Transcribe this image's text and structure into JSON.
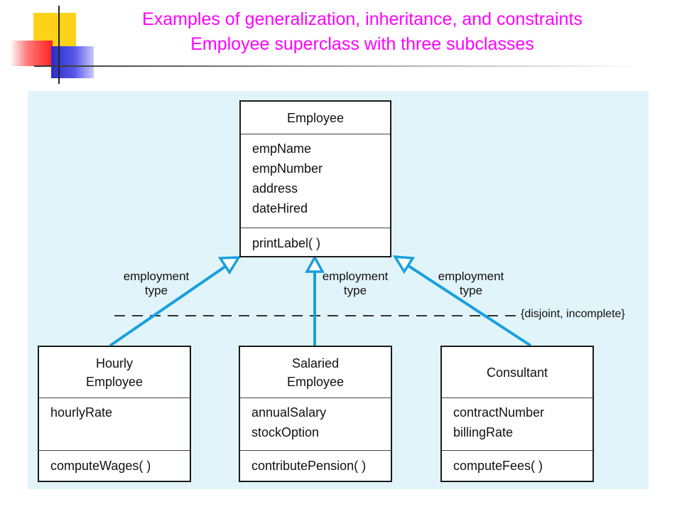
{
  "slide": {
    "title_line1": "Examples of generalization, inheritance, and constraints",
    "title_line2": "Employee superclass with three subclasses",
    "colors": {
      "title": "#ff00ff",
      "diagram_bg": "#e1f4fa",
      "arrow": "#1aa0dc"
    }
  },
  "diagram": {
    "superclass": {
      "name": "Employee",
      "attributes": [
        "empName",
        "empNumber",
        "address",
        "dateHired"
      ],
      "operations": [
        "printLabel( )"
      ]
    },
    "subclasses": [
      {
        "name_lines": [
          "Hourly",
          "Employee"
        ],
        "attributes": [
          "hourlyRate"
        ],
        "operations": [
          "computeWages( )"
        ]
      },
      {
        "name_lines": [
          "Salaried",
          "Employee"
        ],
        "attributes": [
          "annualSalary",
          "stockOption"
        ],
        "operations": [
          "contributePension( )"
        ]
      },
      {
        "name_lines": [
          "Consultant"
        ],
        "attributes": [
          "contractNumber",
          "billingRate"
        ],
        "operations": [
          "computeFees( )"
        ]
      }
    ],
    "discriminator_labels": [
      [
        "employment",
        "type"
      ],
      [
        "employment",
        "type"
      ],
      [
        "employment",
        "type"
      ]
    ],
    "constraint": "{disjoint, incomplete}"
  }
}
